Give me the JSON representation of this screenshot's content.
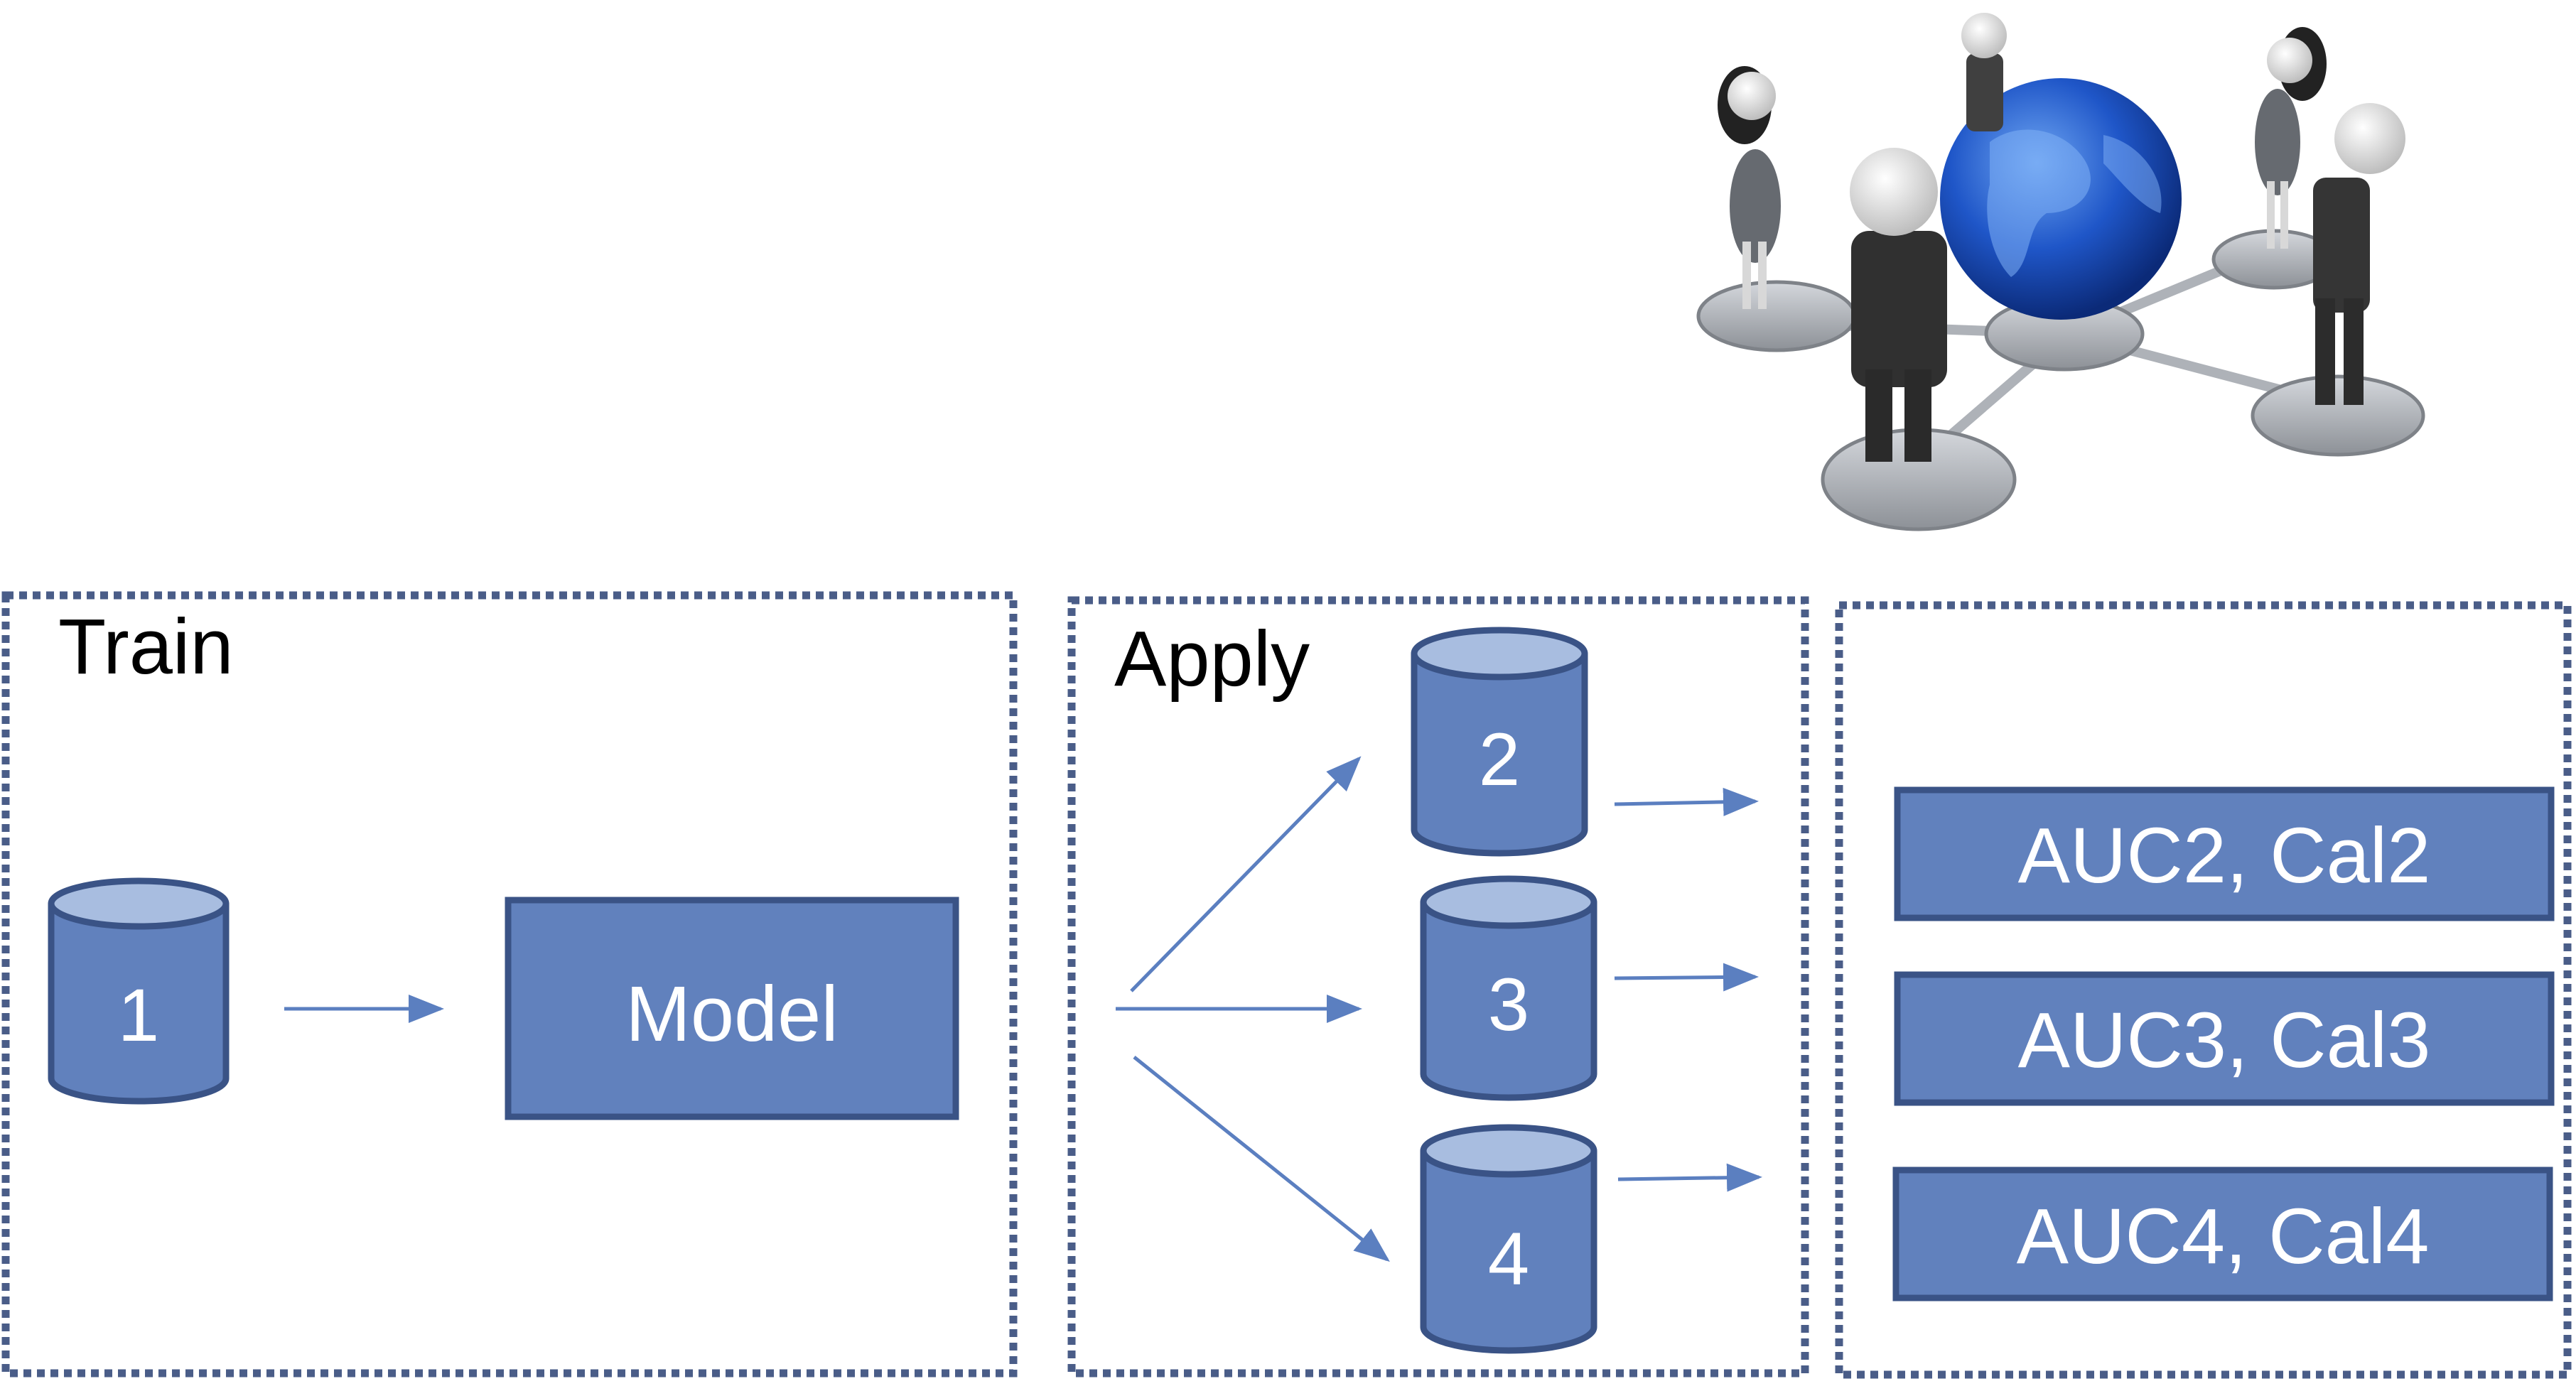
{
  "panels": {
    "train": {
      "title": "Train"
    },
    "apply": {
      "title": "Apply"
    },
    "results": {
      "title": ""
    }
  },
  "nodes": {
    "db1": "1",
    "model": "Model",
    "db2": "2",
    "db3": "3",
    "db4": "4",
    "res2": "AUC2, Cal2",
    "res3": "AUC3, Cal3",
    "res4": "AUC4, Cal4"
  },
  "illustration": {
    "icon": "network-people-globe-icon"
  },
  "colors": {
    "fill": "#6181bd",
    "stroke": "#3a5386",
    "dash": "#4a5d88",
    "arrow": "#5b7fc0",
    "cyl_top": "#a8bde0"
  }
}
